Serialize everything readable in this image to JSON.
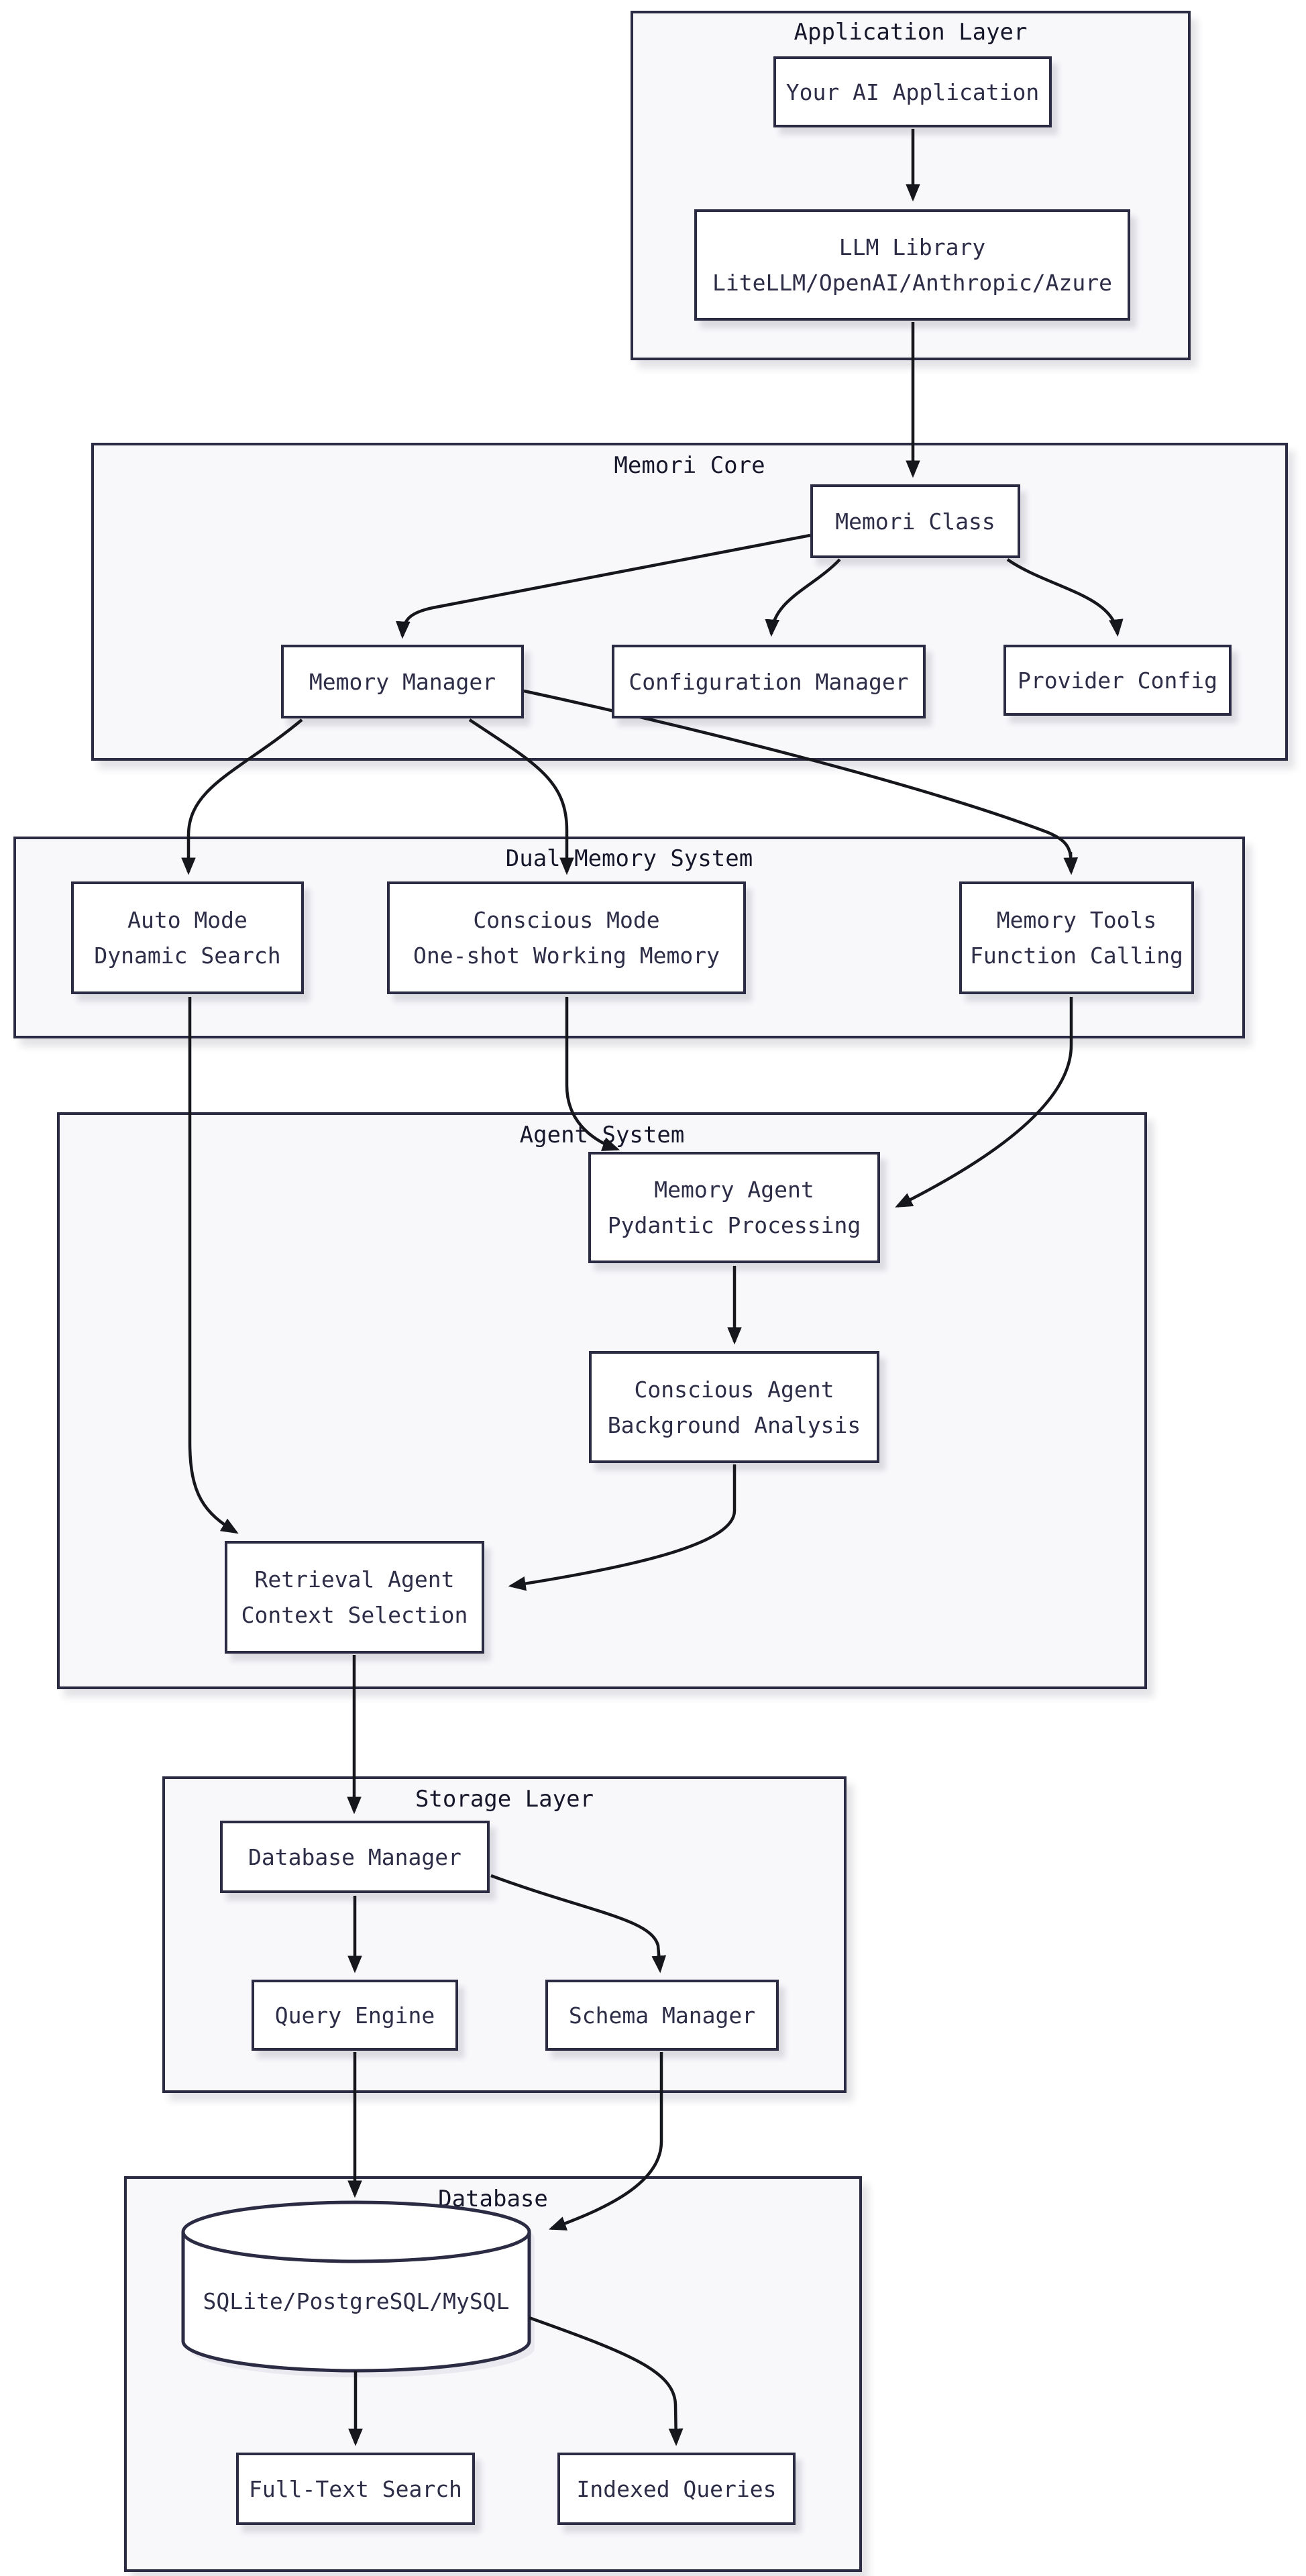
{
  "diagram": {
    "containers": [
      {
        "id": "application-layer",
        "label": "Application Layer"
      },
      {
        "id": "memori-core",
        "label": "Memori Core"
      },
      {
        "id": "dual-memory-system",
        "label": "Dual Memory System"
      },
      {
        "id": "agent-system",
        "label": "Agent System"
      },
      {
        "id": "storage-layer",
        "label": "Storage Layer"
      },
      {
        "id": "database",
        "label": "Database"
      }
    ],
    "nodes": {
      "app": {
        "lines": [
          "Your AI Application"
        ]
      },
      "llm": {
        "lines": [
          "LLM Library",
          "LiteLLM/OpenAI/Anthropic/Azure"
        ]
      },
      "memori_class": {
        "lines": [
          "Memori Class"
        ]
      },
      "memory_manager": {
        "lines": [
          "Memory Manager"
        ]
      },
      "config_manager": {
        "lines": [
          "Configuration Manager"
        ]
      },
      "provider_config": {
        "lines": [
          "Provider Config"
        ]
      },
      "auto_mode": {
        "lines": [
          "Auto Mode",
          "Dynamic Search"
        ]
      },
      "conscious_mode": {
        "lines": [
          "Conscious Mode",
          "One-shot Working Memory"
        ]
      },
      "memory_tools": {
        "lines": [
          "Memory Tools",
          "Function Calling"
        ]
      },
      "memory_agent": {
        "lines": [
          "Memory Agent",
          "Pydantic Processing"
        ]
      },
      "conscious_agent": {
        "lines": [
          "Conscious Agent",
          "Background Analysis"
        ]
      },
      "retrieval_agent": {
        "lines": [
          "Retrieval Agent",
          "Context Selection"
        ]
      },
      "database_manager": {
        "lines": [
          "Database Manager"
        ]
      },
      "query_engine": {
        "lines": [
          "Query Engine"
        ]
      },
      "schema_manager": {
        "lines": [
          "Schema Manager"
        ]
      },
      "db_cylinder": {
        "lines": [
          "SQLite/PostgreSQL/MySQL"
        ]
      },
      "fulltext_search": {
        "lines": [
          "Full-Text Search"
        ]
      },
      "indexed_queries": {
        "lines": [
          "Indexed Queries"
        ]
      }
    },
    "edges": [
      {
        "from": "Your AI Application",
        "to": "LLM Library"
      },
      {
        "from": "LLM Library",
        "to": "Memori Class"
      },
      {
        "from": "Memori Class",
        "to": "Memory Manager"
      },
      {
        "from": "Memori Class",
        "to": "Configuration Manager"
      },
      {
        "from": "Memori Class",
        "to": "Provider Config"
      },
      {
        "from": "Memory Manager",
        "to": "Auto Mode"
      },
      {
        "from": "Memory Manager",
        "to": "Conscious Mode"
      },
      {
        "from": "Memory Manager",
        "to": "Memory Tools"
      },
      {
        "from": "Auto Mode",
        "to": "Retrieval Agent"
      },
      {
        "from": "Conscious Mode",
        "to": "Memory Agent"
      },
      {
        "from": "Memory Tools",
        "to": "Memory Agent"
      },
      {
        "from": "Memory Agent",
        "to": "Conscious Agent"
      },
      {
        "from": "Conscious Agent",
        "to": "Retrieval Agent"
      },
      {
        "from": "Retrieval Agent",
        "to": "Database Manager"
      },
      {
        "from": "Database Manager",
        "to": "Query Engine"
      },
      {
        "from": "Database Manager",
        "to": "Schema Manager"
      },
      {
        "from": "Query Engine",
        "to": "SQLite/PostgreSQL/MySQL"
      },
      {
        "from": "Schema Manager",
        "to": "SQLite/PostgreSQL/MySQL"
      },
      {
        "from": "SQLite/PostgreSQL/MySQL",
        "to": "Full-Text Search"
      },
      {
        "from": "SQLite/PostgreSQL/MySQL",
        "to": "Indexed Queries"
      }
    ],
    "colors": {
      "border": "#2b2b43",
      "container_fill": "#f8f8fb",
      "node_fill": "#ffffff",
      "edge": "#16161d",
      "text": "#2d2d47"
    }
  }
}
